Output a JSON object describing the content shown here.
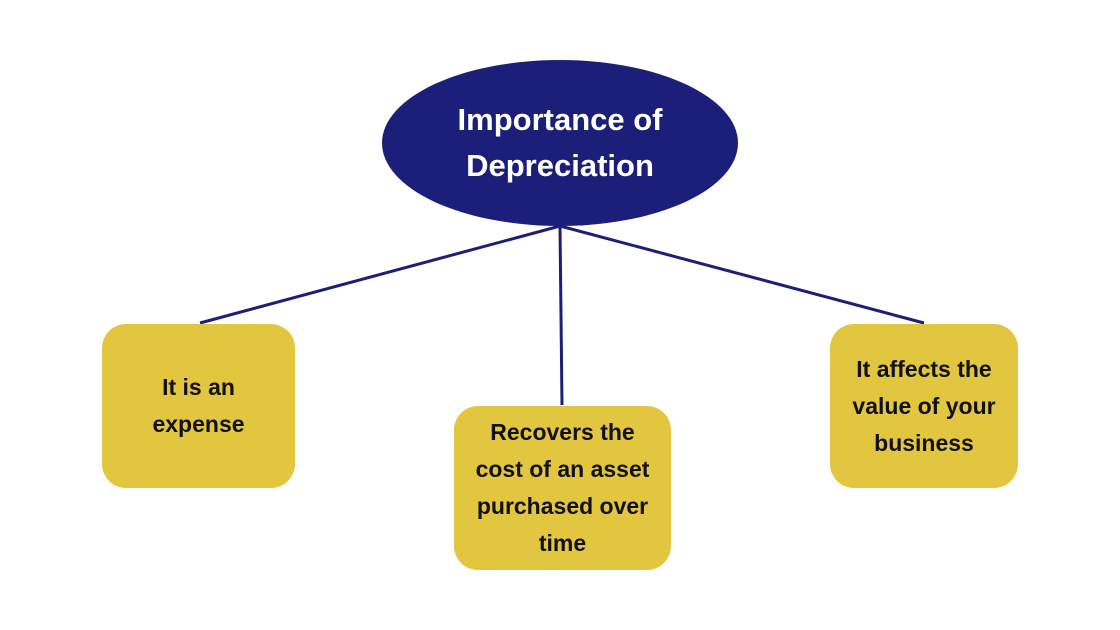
{
  "colors": {
    "root_fill": "#1c1f7a",
    "child_fill": "#e3c63f",
    "connector": "#1c1f7a"
  },
  "root": {
    "label": "Importance of Depreciation"
  },
  "children": [
    {
      "label": "It is an expense"
    },
    {
      "label": "Recovers the cost of an asset purchased over time"
    },
    {
      "label": "It affects the value of your business"
    }
  ]
}
